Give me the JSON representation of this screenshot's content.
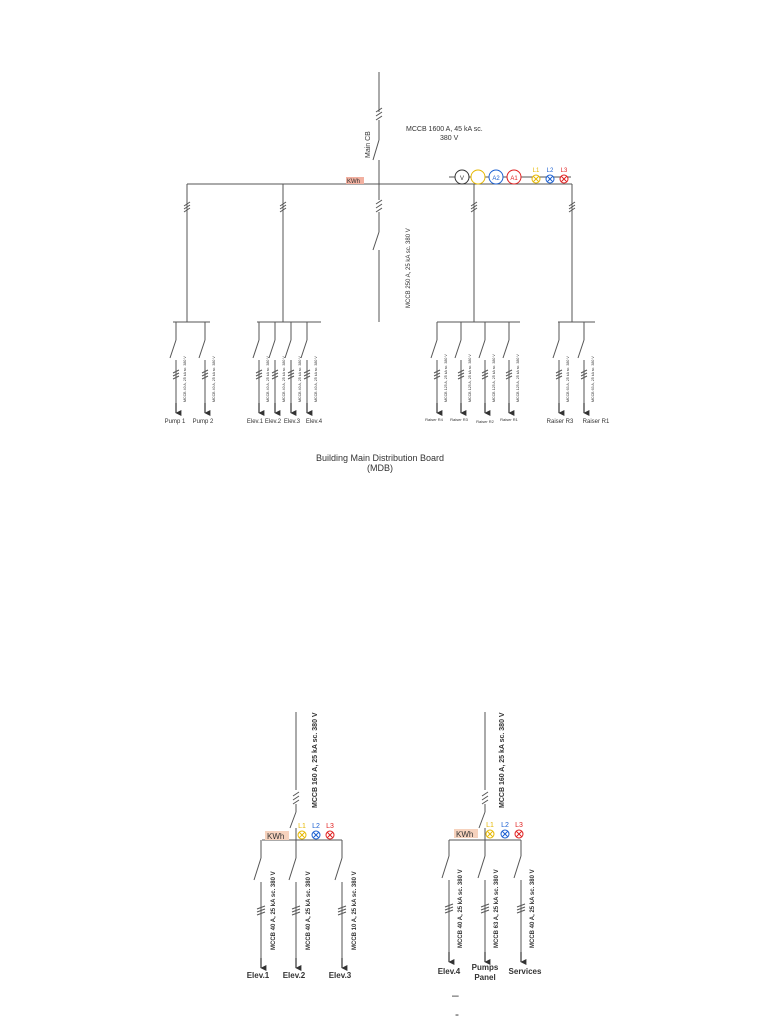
{
  "colors": {
    "wire": "#555555",
    "l1": "#e6b800",
    "l2": "#1a5fd1",
    "l3": "#e02020",
    "kwh": "#c05050"
  },
  "mdb": {
    "main_cb_label": "Main CB",
    "main_breaker_rating_line1": "MCCB 1600 A, 45 kA sc.",
    "main_breaker_rating_line2": "380 V",
    "kwh_label": "KWh",
    "meters": {
      "v": "V",
      "a2": "A2",
      "a1": "A1",
      "l1": "L1",
      "l2": "L2",
      "l3": "L3"
    },
    "center_breaker_rating": "MCCB 250 A, 25 kA sc. 380 V",
    "feeders": [
      {
        "label": "Pump 1",
        "rating": "MCCB 40 A, 25 kA sc. 380 V"
      },
      {
        "label": "Pump 2",
        "rating": "MCCB 40 A, 25 kA sc. 380 V"
      },
      {
        "label": "Elev.1",
        "rating": "MCCB 40 A, 25 kA sc. 380 V"
      },
      {
        "label": "Elev.2",
        "rating": "MCCB 40 A, 25 kA sc. 380 V"
      },
      {
        "label": "Elev.3",
        "rating": "MCCB 40 A, 25 kA sc. 380 V"
      },
      {
        "label": "Elev.4",
        "rating": "MCCB 40 A, 25 kA sc. 380 V"
      },
      {
        "label": "Raiser R4",
        "rating": "MCCB 125 A, 25 kA sc. 380 V"
      },
      {
        "label": "Raiser R3",
        "rating": "MCCB 125 A, 25 kA sc. 380 V"
      },
      {
        "label": "Raiser R2",
        "rating": "MCCB 125 A, 25 kA sc. 380 V"
      },
      {
        "label": "Raiser R1",
        "rating": "MCCB 125 A, 25 kA sc. 380 V"
      },
      {
        "label": "Raiser R3",
        "rating": "MCCB 63 A, 25 kA sc. 380 V"
      },
      {
        "label": "Raiser R1",
        "rating": "MCCB 63 A, 25 kA sc. 380 V"
      }
    ],
    "caption_line1": "Building Main Distribution Board",
    "caption_line2": "(MDB)"
  },
  "panel_a": {
    "incoming_rating": "MCCB 160 A, 25 kA sc. 380 V",
    "kwh_label": "KWh",
    "meters": {
      "l1": "L1",
      "l2": "L2",
      "l3": "L3"
    },
    "feeders": [
      {
        "label": "Elev.1",
        "rating": "MCCB 40 A, 25 kA sc. 380 V"
      },
      {
        "label": "Elev.2",
        "rating": "MCCB 40 A, 25 kA sc. 380 V"
      },
      {
        "label": "Elev.3",
        "rating": "MCCB 10 A, 25 kA sc. 380 V"
      }
    ]
  },
  "panel_b": {
    "incoming_rating": "MCCB 160 A, 25 kA sc. 380 V",
    "kwh_label": "KWh",
    "meters": {
      "l1": "L1",
      "l2": "L2",
      "l3": "L3"
    },
    "feeders": [
      {
        "label": "Elev.4",
        "rating": "MCCB 40 A, 25 kA sc. 380 V"
      },
      {
        "label_line1": "Pumps",
        "label_line2": "Panel",
        "rating": "MCCB 63 A, 25 kA sc. 380 V"
      },
      {
        "label": "Services",
        "rating": "MCCB 40 A, 25 kA sc. 380 V"
      }
    ]
  },
  "footer_marks": [
    "–",
    "-"
  ]
}
